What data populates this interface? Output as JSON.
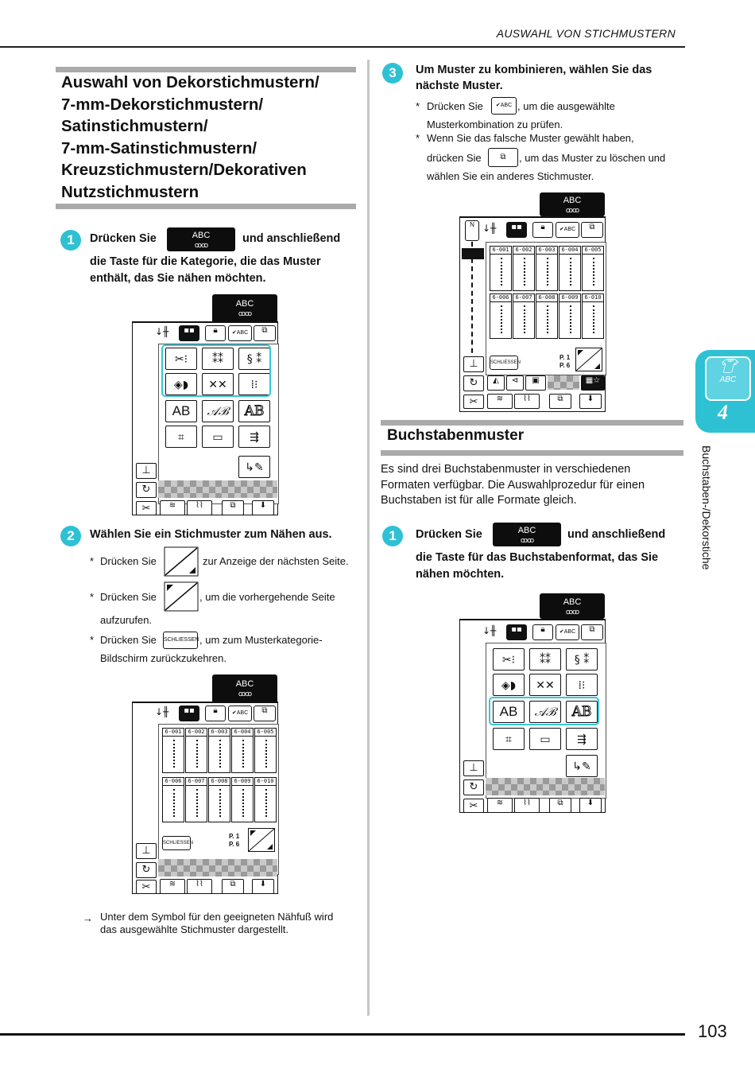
{
  "header": {
    "title": "AUSWAHL VON STICHMUSTERN"
  },
  "left": {
    "heading_lines": [
      "Auswahl von Dekorstichmustern/",
      "7-mm-Dekorstichmustern/",
      "Satinstichmustern/",
      "7-mm-Satinstichmustern/",
      "Kreuzstichmustern/Dekorativen",
      "Nutzstichmustern"
    ],
    "step1": {
      "num": "1",
      "pre": "Drücken Sie",
      "post": "und anschließend",
      "rest_lines": [
        "die Taste für die Kategorie, die das Muster",
        "enthält, das Sie nähen möchten."
      ]
    },
    "step2": {
      "num": "2",
      "text": "Wählen Sie ein Stichmuster zum Nähen aus.",
      "note1": {
        "bullet": "*",
        "pre": "Drücken Sie",
        "post": "zur Anzeige der nächsten Seite."
      },
      "note2": {
        "bullet": "*",
        "pre": "Drücken Sie",
        "post": ", um die vorhergehende Seite",
        "cont": "aufzurufen."
      },
      "note3": {
        "bullet": "*",
        "pre": "Drücken Sie",
        "post": ", um zum Musterkategorie-",
        "cont": "Bildschirm zurückzukehren."
      }
    },
    "result": {
      "arrow": "→",
      "lines": [
        "Unter dem Symbol für den geeigneten Nähfuß wird",
        "das ausgewählte Stichmuster dargestellt."
      ]
    }
  },
  "right": {
    "step3": {
      "num": "3",
      "lines": [
        "Um Muster zu kombinieren, wählen Sie das",
        "nächste Muster."
      ],
      "note1": {
        "bullet": "*",
        "pre": "Drücken Sie",
        "post": ", um die ausgewählte",
        "cont": "Musterkombination zu prüfen."
      },
      "note2": {
        "bullet": "*",
        "line1": "Wenn Sie das falsche Muster gewählt haben,",
        "pre": "drücken Sie",
        "post": ", um das Muster zu löschen und",
        "cont": "wählen Sie ein anderes Stichmuster."
      }
    },
    "section2": {
      "title": "Buchstabenmuster",
      "body_lines": [
        "Es sind drei Buchstabenmuster in verschiedenen",
        "Formaten verfügbar. Die Auswahlprozedur für einen",
        "Buchstaben ist für alle Formate gleich."
      ],
      "step1": {
        "num": "1",
        "pre": "Drücken Sie",
        "post": "und anschließend",
        "rest_lines": [
          "die Taste für das Buchstabenformat, das Sie",
          "nähen möchten."
        ]
      }
    }
  },
  "ui": {
    "abc": "ABC",
    "abc_icon": "ꝏꝏ",
    "check_abc": "✔ABC",
    "close_label": "SCHLIESSEN",
    "page_p": "P. 1",
    "page_total": "P. 6",
    "stitches_row1": [
      "6-001",
      "6-002",
      "6-003",
      "6-004",
      "6-005"
    ],
    "stitches_row2": [
      "6-006",
      "6-007",
      "6-008",
      "6-009",
      "6-010"
    ],
    "font_ab": "AB",
    "font_script": "𝒜ℬ",
    "font_outline": "AB"
  },
  "chapter_tab": {
    "number": "4",
    "label": "ABC",
    "vertical_text": "Buchstaben-/Dekorstiche"
  },
  "page_number": "103",
  "colors": {
    "accent": "#2ec1d4",
    "selection": "#36c7d8"
  }
}
